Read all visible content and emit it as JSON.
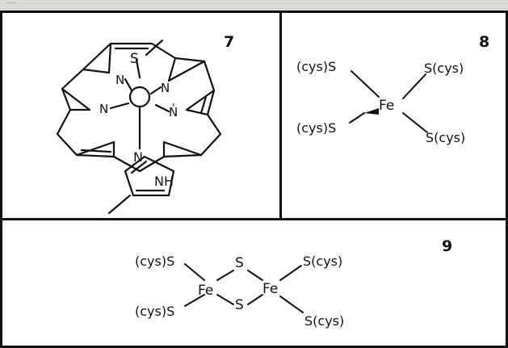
{
  "background_text": {
    "line_top": "...",
    "line_2": "..."
  },
  "figure": {
    "panel_7": {
      "number": "7",
      "atom_S": "S",
      "atom_N": "N",
      "atom_NH": "NH",
      "prime_mark": "'"
    },
    "panel_8": {
      "number": "8",
      "fe": "Fe",
      "ligand_left_top": "(cys)S",
      "ligand_left_bottom": "(cys)S",
      "ligand_right_top": "S(cys)",
      "ligand_right_bottom": "S(cys)"
    },
    "panel_9": {
      "number": "9",
      "fe": "Fe",
      "bridge_S": "S",
      "ligand_left_top": "(cys)S",
      "ligand_left_bottom": "(cys)S",
      "ligand_right_top": "S(cys)",
      "ligand_right_bottom": "S(cys)"
    }
  },
  "colors": {
    "ink": "#111111",
    "paper": "#ffffff",
    "page": "#dcdcd8"
  }
}
